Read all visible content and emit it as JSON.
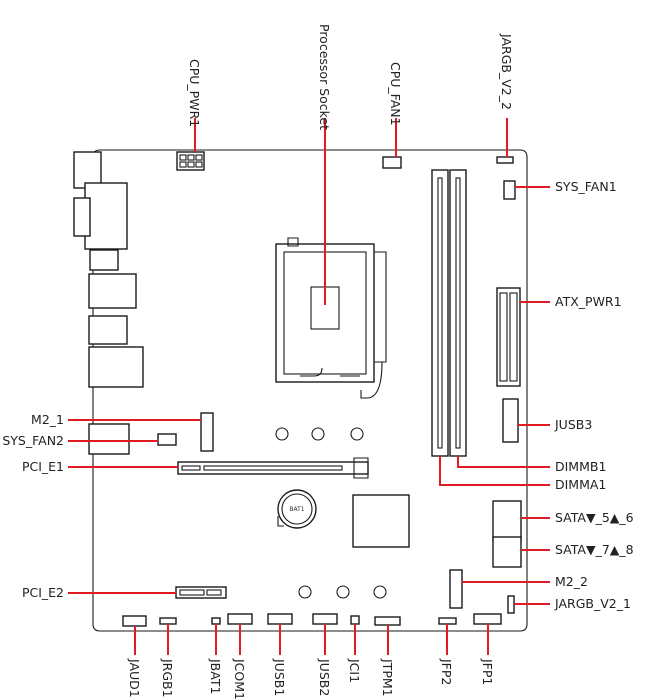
{
  "labels": {
    "cpu_pwr1": "CPU_PWR1",
    "processor_socket": "Processor Socket",
    "cpu_fan1": "CPU_FAN1",
    "jargb_v2_2": "JARGB_V2_2",
    "sys_fan1": "SYS_FAN1",
    "atx_pwr1": "ATX_PWR1",
    "jusb3": "JUSB3",
    "dimmb1": "DIMMB1",
    "dimma1": "DIMMA1",
    "sata_5_6": "SATA▼_5▲_6",
    "sata_7_8": "SATA▼_7▲_8",
    "m2_2": "M2_2",
    "jargb_v2_1": "JARGB_V2_1",
    "m2_1": "M2_1",
    "sys_fan2": "SYS_FAN2",
    "pci_e1": "PCI_E1",
    "pci_e2": "PCI_E2",
    "jaud1": "JAUD1",
    "jrgb1": "JRGB1",
    "jbat1": "JBAT1",
    "jcom1": "JCOM1",
    "jusb1": "JUSB1",
    "jusb2": "JUSB2",
    "jci1": "JCI1",
    "jtpm1": "JTPM1",
    "jfp2": "JFP2",
    "jfp1": "JFP1",
    "bat1": "BAT1"
  },
  "colors": {
    "leader": "#e01b22",
    "outline": "#1a1a1a"
  }
}
